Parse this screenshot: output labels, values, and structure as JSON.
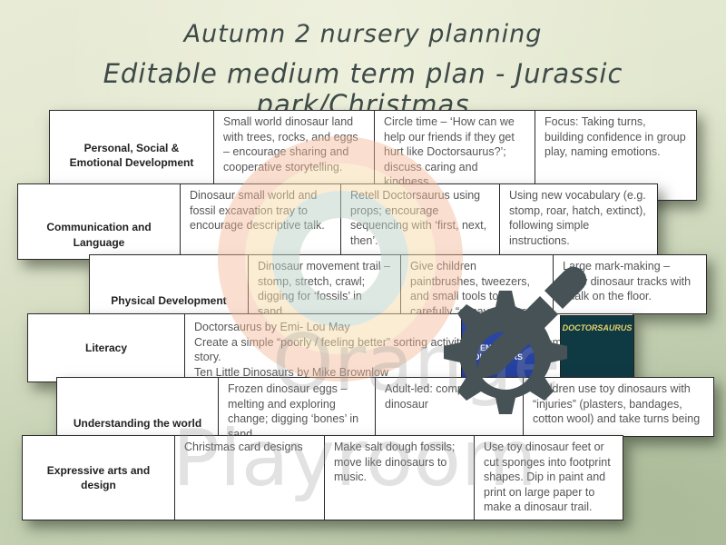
{
  "header": {
    "title_line1": "Autumn 2 nursery planning",
    "title_line2": "Editable medium term plan - Jurassic park/Christmas"
  },
  "rows": [
    {
      "area": "Personal, Social & Emotional Development",
      "cells": [
        "Small world dinosaur land with trees, rocks, and eggs – encourage sharing and cooperative storytelling.",
        "Circle time – ‘How can we help our friends if they get hurt like Doctorsaurus?’; discuss caring and kindness.",
        "Focus: Taking turns, building confidence in group play, naming emotions."
      ]
    },
    {
      "area": "Communication and Language",
      "cells": [
        "Dinosaur small world and fossil excavation tray to encourage descriptive talk.",
        "Retell Doctorsaurus using props; encourage sequencing with ‘first, next, then’.",
        "Using new vocabulary (e.g. stomp, roar, hatch, extinct), following simple instructions."
      ]
    },
    {
      "area": "Physical Development",
      "cells": [
        "Dinosaur movement trail – stomp, stretch, crawl; digging for ‘fossils’ in sand.",
        "Give children paintbrushes, tweezers, and small tools to carefully “excavate” the fossils.",
        "Large mark-making – draw dinosaur tracks with chalk on the floor."
      ]
    },
    {
      "area": "Literacy",
      "cells": [
        "Doctorsaurus by Emi- Lou May\nCreate a simple “poorly / feeling better” sorting activity using picture prompts from the story.\nTen Little Dinosaurs by Mike Brownlow"
      ],
      "books": [
        "TEN LITTLE DINOSAURS",
        "DOCTORSAURUS"
      ]
    },
    {
      "area": "Understanding the world",
      "cells": [
        "Frozen dinosaur eggs – melting and exploring change; digging ‘bones’ in sand.",
        "Adult-led: compare dinosaur",
        "Children use toy dinosaurs with “injuries” (plasters, bandages, cotton wool) and take turns being"
      ]
    },
    {
      "area": "Expressive arts and design",
      "cells": [
        "Christmas card designs",
        "Make salt dough fossils; move like dinosaurs to music.",
        "Use toy dinosaur feet or cut sponges into footprint shapes. Dip in paint and print on large paper to make a dinosaur trail."
      ]
    }
  ],
  "watermark": {
    "line1": "Orange",
    "line2": "Playroom"
  },
  "colors": {
    "title": "#3e4a48",
    "logo": "#465255",
    "background": "#e2e7cf"
  }
}
